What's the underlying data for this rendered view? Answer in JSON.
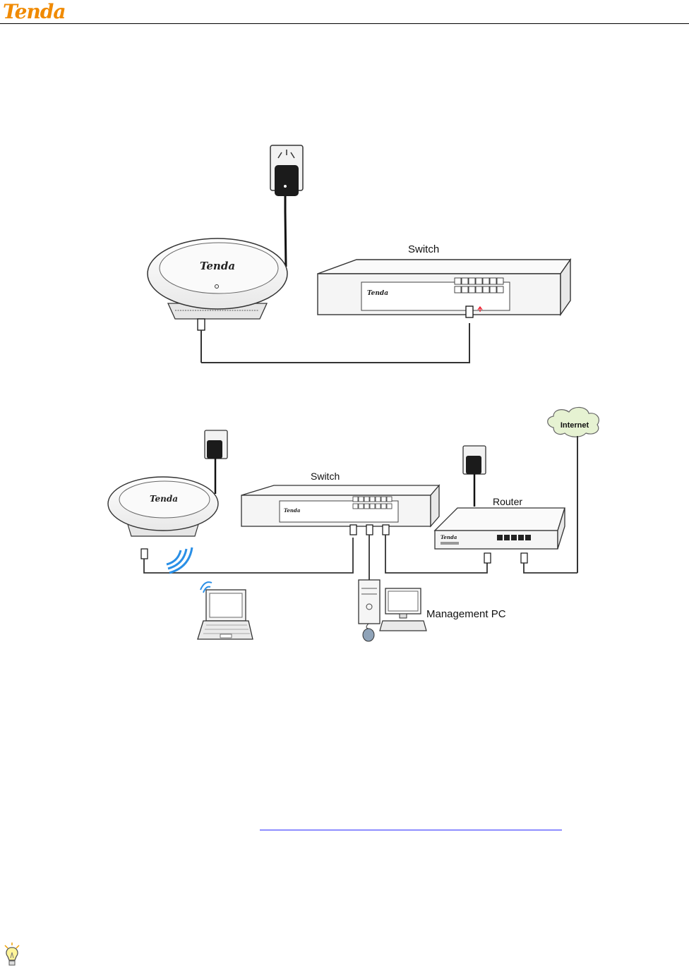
{
  "header": {
    "logo_text": "Tenda"
  },
  "diagram1": {
    "switch_label": "Switch"
  },
  "diagram2": {
    "switch_label": "Switch",
    "router_label": "Router",
    "internet_label": "Internet",
    "management_pc_label": "Management PC"
  },
  "icons": {
    "tip": "lightbulb-icon"
  },
  "colors": {
    "logo": "#f08a00",
    "link": "#2a2aff",
    "signal": "#2a8fe6"
  }
}
